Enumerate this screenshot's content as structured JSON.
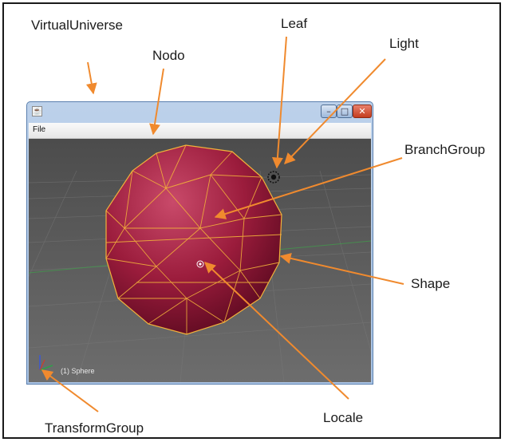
{
  "labels": {
    "virtual_universe": "VirtualUniverse",
    "nodo": "Nodo",
    "leaf": "Leaf",
    "light": "Light",
    "branch_group": "BranchGroup",
    "shape": "Shape",
    "locale": "Locale",
    "transform_group": "TransformGroup"
  },
  "window": {
    "menu": {
      "file": "File"
    },
    "status": "(1) Sphere",
    "buttons": {
      "minimize": "–",
      "maximize": "□",
      "close": "✕"
    }
  },
  "colors": {
    "arrow": "#f08a2e",
    "sphere": "#9b1c3c",
    "wireframe": "#f2b23a",
    "viewport": "#5a5a5a"
  }
}
